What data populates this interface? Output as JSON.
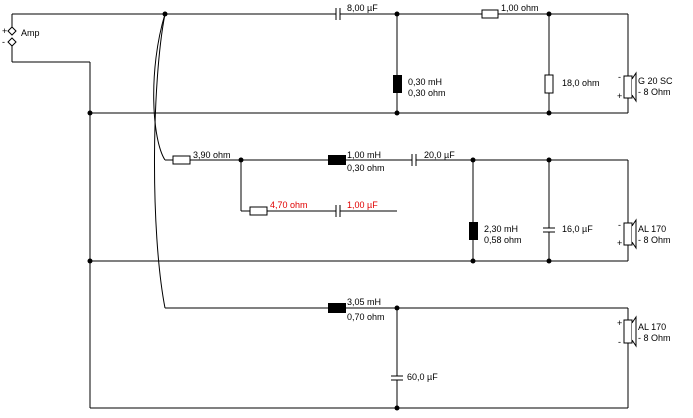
{
  "amp": {
    "label": "Amp",
    "plus": "+",
    "minus": "-"
  },
  "top_branch": {
    "c1": "8,00 µF",
    "r1": "1,00 ohm",
    "l1_value": "0,30 mH",
    "l1_resistance": "0,30 ohm",
    "r2": "18,0 ohm",
    "speaker_name": "G 20 SC",
    "speaker_impedance": "- 8 Ohm",
    "speaker_minus": "-",
    "speaker_plus": "+"
  },
  "middle_branch": {
    "r1": "3,90 ohm",
    "l1_value": "1,00 mH",
    "l1_resistance": "0,30 ohm",
    "c1": "20,0 µF",
    "r_red": "4,70 ohm",
    "c_red": "1,00 µF",
    "l2_value": "2,30 mH",
    "l2_resistance": "0,58 ohm",
    "c2": "16,0 µF",
    "speaker_name": "AL 170",
    "speaker_impedance": "- 8 Ohm",
    "speaker_minus": "-",
    "speaker_plus": "+"
  },
  "bottom_branch": {
    "l1_value": "3,05 mH",
    "l1_resistance": "0,70 ohm",
    "c1": "60,0 µF",
    "speaker_name": "AL 170",
    "speaker_impedance": "- 8 Ohm",
    "speaker_minus": "-",
    "speaker_plus": "+"
  },
  "colors": {
    "wire": "#000000",
    "highlight": "#e00000"
  }
}
